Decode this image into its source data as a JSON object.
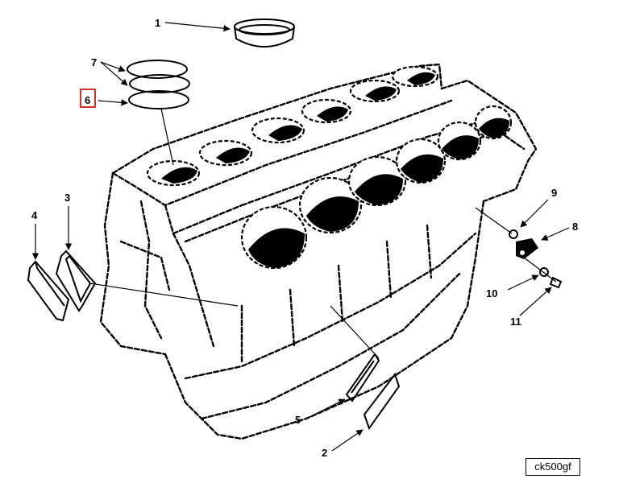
{
  "callouts": {
    "c1": "1",
    "c2": "2",
    "c3": "3",
    "c4": "4",
    "c5": "5",
    "c6": "6",
    "c7": "7",
    "c8": "8",
    "c9": "9",
    "c10": "10",
    "c11": "11"
  },
  "figure_code": "ck500gf",
  "colors": {
    "line": "#000000",
    "highlight": "#d32f2f",
    "background": "#ffffff"
  },
  "highlighted_callout": "6"
}
